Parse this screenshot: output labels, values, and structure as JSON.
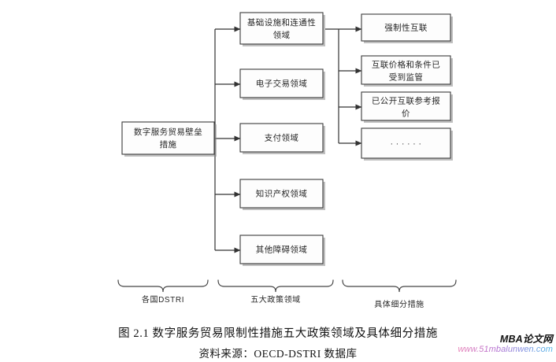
{
  "diagram": {
    "root": {
      "label": "数字服务贸易壁垒措施",
      "lines": [
        "数字服务贸易壁垒",
        "措施"
      ]
    },
    "policy_areas": [
      {
        "label": "基础设施和连通性领域",
        "lines": [
          "基础设施和连通性",
          "领域"
        ]
      },
      {
        "label": "电子交易领域",
        "lines": [
          "电子交易领域"
        ]
      },
      {
        "label": "支付领域",
        "lines": [
          "支付领域"
        ]
      },
      {
        "label": "知识产权领域",
        "lines": [
          "知识产权领域"
        ]
      },
      {
        "label": "其他障碍领域",
        "lines": [
          "其他障碍领域"
        ]
      }
    ],
    "measures": [
      {
        "label": "强制性互联",
        "lines": [
          "强制性互联"
        ]
      },
      {
        "label": "互联价格和条件已受到监管",
        "lines": [
          "互联价格和条件已",
          "受到监管"
        ]
      },
      {
        "label": "已公开互联参考报价",
        "lines": [
          "已公开互联参考报",
          "价"
        ]
      },
      {
        "label": "······",
        "lines": [
          "······"
        ]
      }
    ],
    "braces": [
      {
        "label": "各国DSTRI"
      },
      {
        "label": "五大政策领域"
      },
      {
        "label": "具体细分措施"
      }
    ]
  },
  "caption": {
    "line1": "图 2.1   数字服务贸易限制性措施五大政策领域及具体细分措施",
    "line2": "资料来源：OECD-DSTRI 数据库"
  },
  "watermark": {
    "brand": "MBA论文网",
    "url": "www.51mbalunwen.com"
  },
  "colors": {
    "box_border": "#3a3a3a",
    "box_fill": "#fdfdfd",
    "connector": "#333333",
    "text": "#262626"
  }
}
